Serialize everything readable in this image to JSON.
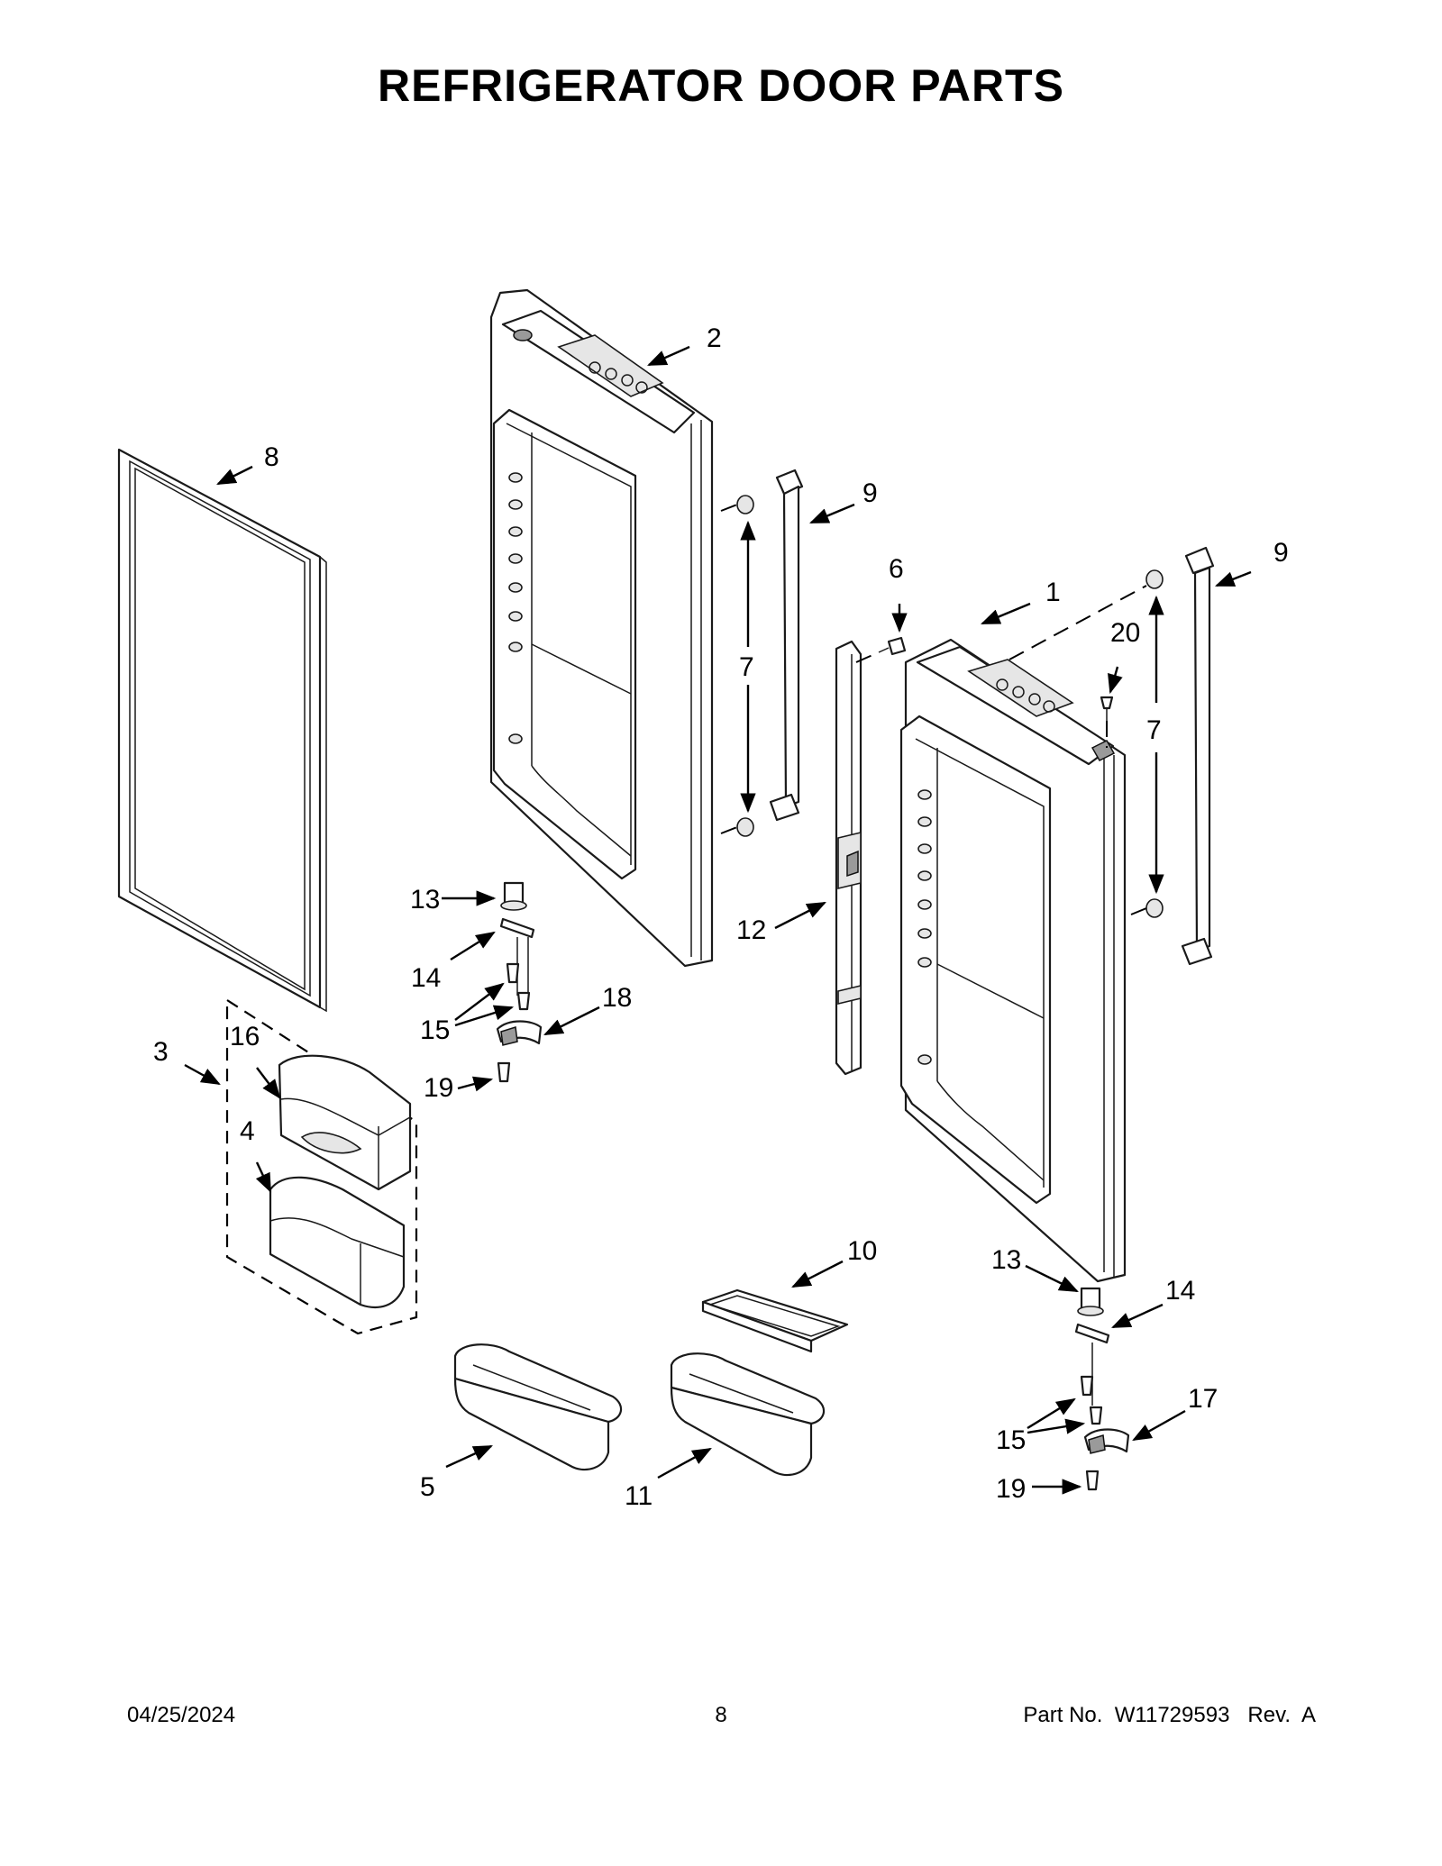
{
  "title": "REFRIGERATOR DOOR PARTS",
  "footer": {
    "date": "04/25/2024",
    "page": "8",
    "part_no": "Part No.  W11729593   Rev.  A"
  },
  "callouts": {
    "c1": "1",
    "c2": "2",
    "c3": "3",
    "c4": "4",
    "c5": "5",
    "c6": "6",
    "c7_left": "7",
    "c7_right": "7",
    "c8": "8",
    "c9_left": "9",
    "c9_right": "9",
    "c10": "10",
    "c11": "11",
    "c12": "12",
    "c13_left": "13",
    "c13_right": "13",
    "c14_left": "14",
    "c14_right": "14",
    "c15_left": "15",
    "c15_right": "15",
    "c16": "16",
    "c17": "17",
    "c18": "18",
    "c19_left": "19",
    "c19_right": "19",
    "c20": "20"
  }
}
